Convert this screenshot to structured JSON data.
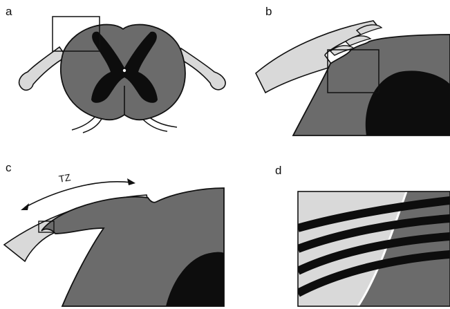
{
  "panels": [
    {
      "letter": "a"
    },
    {
      "letter": "b"
    },
    {
      "letter": "c"
    },
    {
      "letter": "d"
    }
  ],
  "annotations": {
    "transition_zone_label": "TZ"
  },
  "colors": {
    "grey_matter": "#0d0d0d",
    "white_matter": "#6b6b6b",
    "nerve_root": "#d9d9d9",
    "outline": "#111111",
    "background": "#ffffff"
  }
}
